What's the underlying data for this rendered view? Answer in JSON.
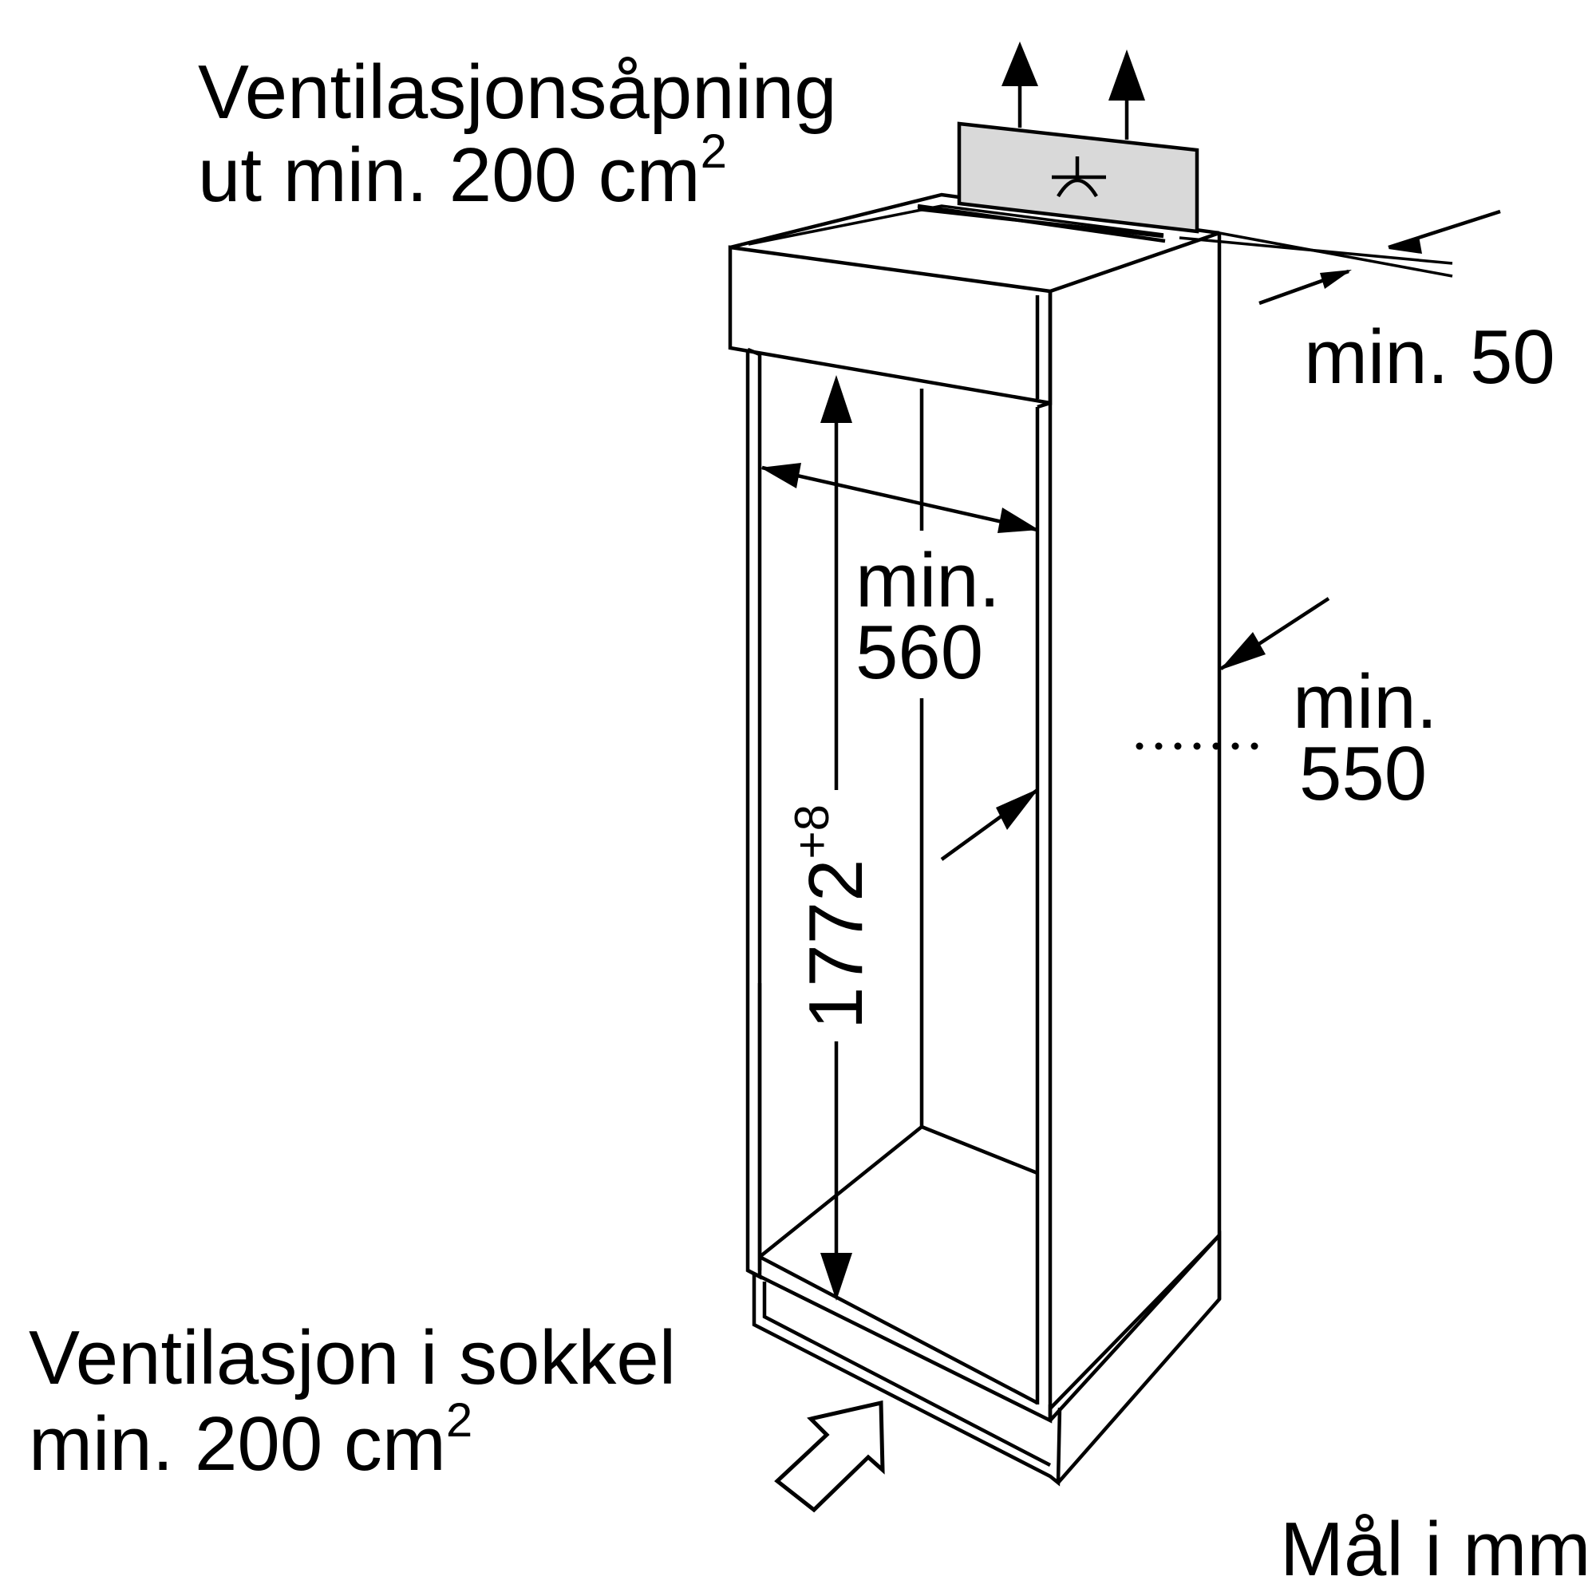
{
  "labels": {
    "vent_outlet_line1": "Ventilasjonsåpning",
    "vent_outlet_line2": "ut min. 200 cm",
    "vent_outlet_sup": "2",
    "min50": "min. 50",
    "width_line1": "min.",
    "width_line2": "560",
    "depth_line1": "min.",
    "depth_line2": "550",
    "height_base": "1772",
    "height_sup": "+8",
    "plinth_line1": "Ventilasjon i sokkel",
    "plinth_line2": "min. 200 cm",
    "plinth_sup": "2",
    "units": "Mål i mm"
  },
  "colors": {
    "line": "#000000",
    "vent_panel": "#d9d9d9",
    "background": "#ffffff"
  },
  "icons": {
    "vent_symbol": "fan-heat-icon",
    "airflow_out": "arrow-up-icon",
    "airflow_in": "hollow-arrow-icon"
  }
}
